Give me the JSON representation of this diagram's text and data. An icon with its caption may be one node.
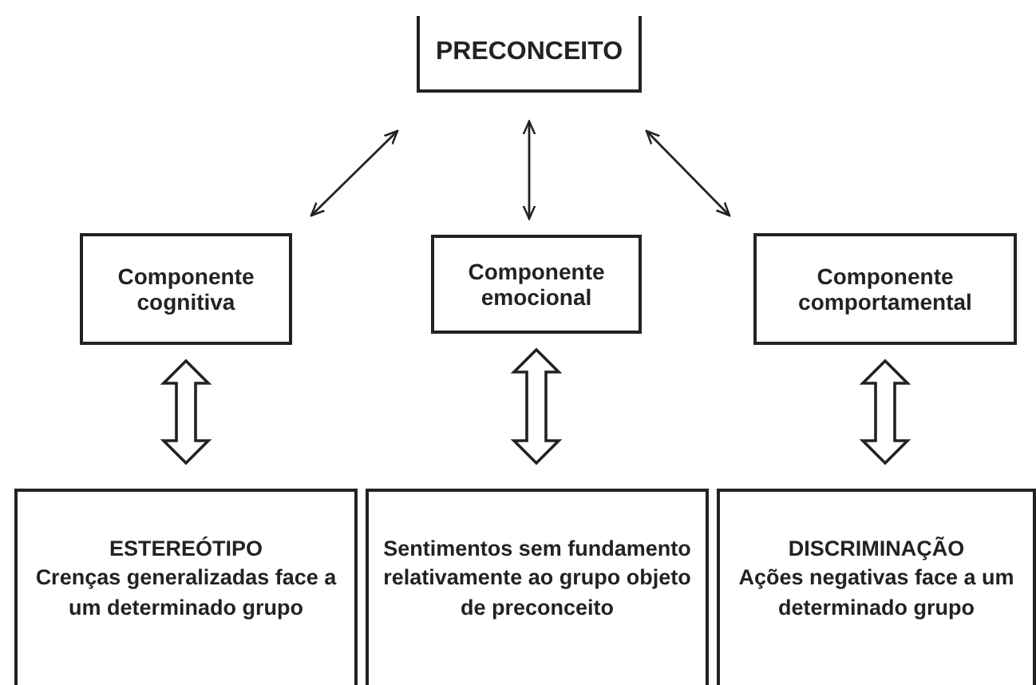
{
  "diagram": {
    "nodes": [
      {
        "text": [
          "PRECONCEITO"
        ]
      },
      {
        "text": [
          "Componente cognitiva"
        ]
      },
      {
        "text": [
          "Componente emocional"
        ]
      },
      {
        "text": [
          "Componente comportamental"
        ]
      },
      {
        "text": [
          "ESTEREÓTIPO",
          "Crenças generalizadas face a um determinado grupo"
        ]
      },
      {
        "text": [
          "Sentimentos sem fundamento relativamente ao grupo objeto de preconceito"
        ]
      },
      {
        "text": [
          "DISCRIMINAÇÃO",
          "Ações negativas face a um determinado grupo"
        ]
      }
    ],
    "edges": [
      {
        "from": 0,
        "to": 1,
        "arrow": "both"
      },
      {
        "from": 0,
        "to": 2,
        "arrow": "both"
      },
      {
        "from": 0,
        "to": 3,
        "arrow": "both"
      },
      {
        "from": 1,
        "to": 4,
        "arrow": "both",
        "style": "thick"
      },
      {
        "from": 2,
        "to": 5,
        "arrow": "both",
        "style": "thick"
      },
      {
        "from": 3,
        "to": 6,
        "arrow": "both",
        "style": "thick"
      }
    ]
  }
}
